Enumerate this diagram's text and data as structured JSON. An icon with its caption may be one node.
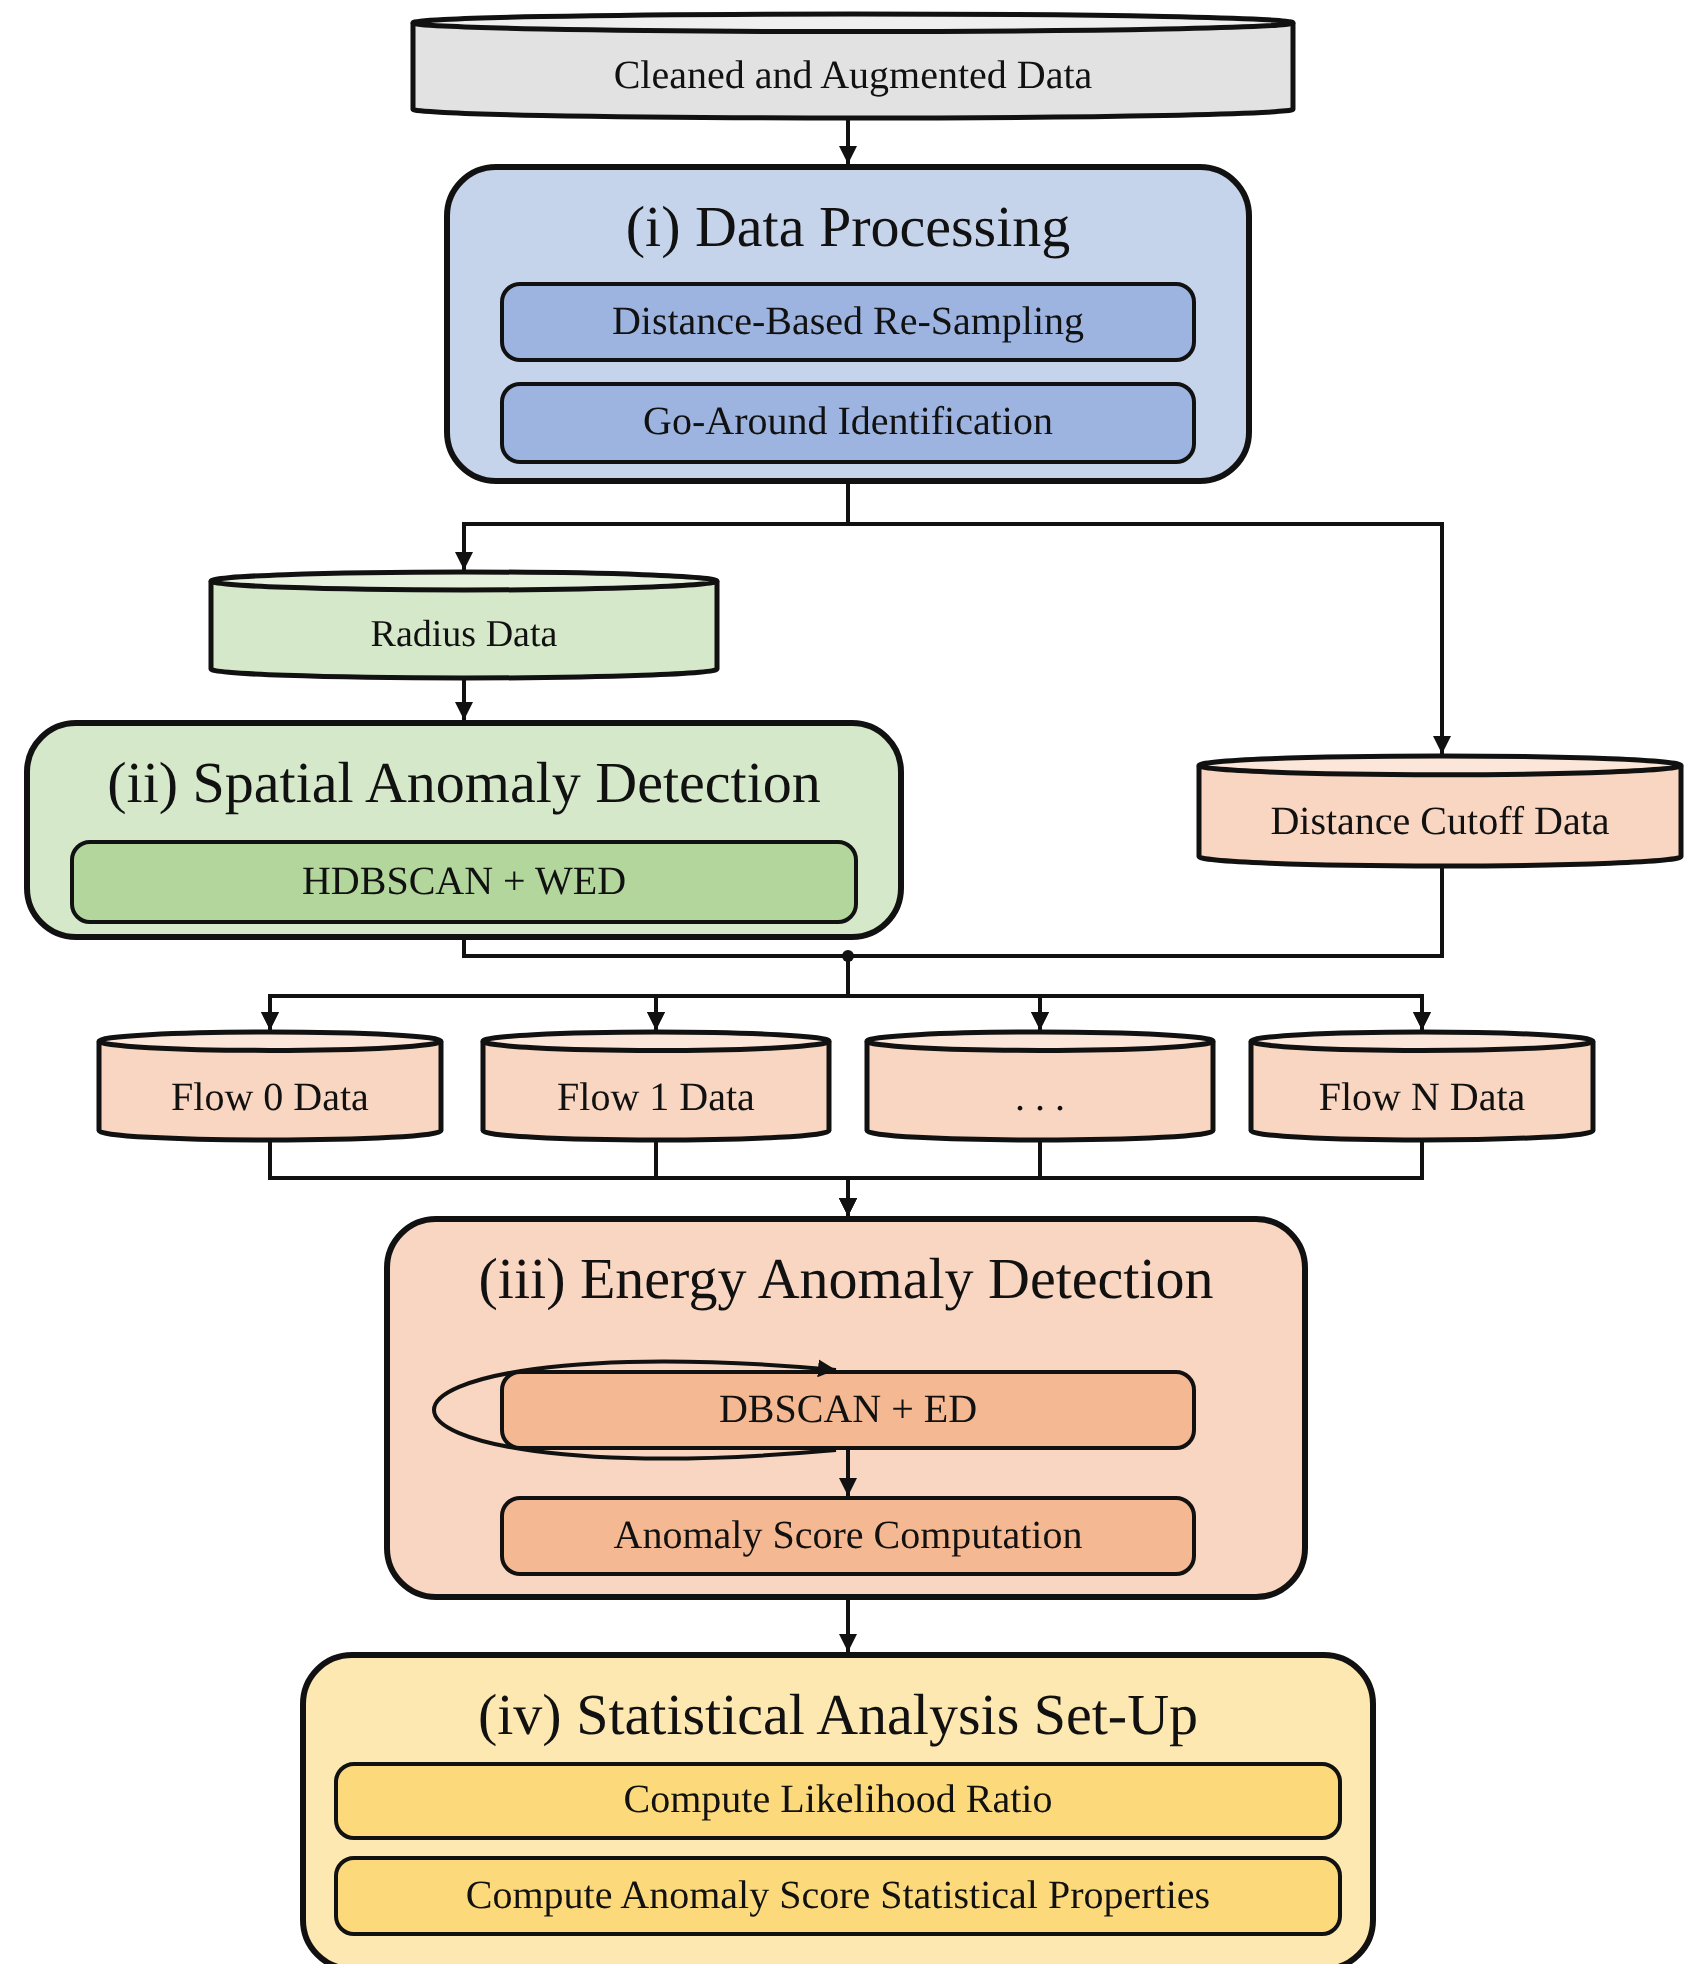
{
  "diagram": {
    "nodes": [
      {
        "text": [
          "Cleaned and Augmented Data"
        ]
      },
      {
        "text": [
          "(i) Data Processing"
        ]
      },
      {
        "text": [
          "Distance-Based Re-Sampling"
        ],
        "in": 1
      },
      {
        "text": [
          "Go-Around Identification"
        ],
        "in": 1
      },
      {
        "text": [
          "Radius Data"
        ]
      },
      {
        "text": [
          "(ii) Spatial Anomaly Detection"
        ]
      },
      {
        "text": [
          "HDBSCAN + WED"
        ],
        "in": 5
      },
      {
        "text": [
          "Distance Cutoff Data"
        ]
      },
      {
        "text": [
          "Flow 0 Data"
        ]
      },
      {
        "text": [
          "Flow 1 Data"
        ]
      },
      {
        "text": [
          ". . ."
        ]
      },
      {
        "text": [
          "Flow N Data"
        ]
      },
      {
        "text": [
          "(iii) Energy Anomaly Detection"
        ]
      },
      {
        "text": [
          "DBSCAN + ED"
        ],
        "in": 12
      },
      {
        "text": [
          "Anomaly Score Computation"
        ],
        "in": 12
      },
      {
        "text": [
          "(iv) Statistical Analysis Set-Up"
        ]
      },
      {
        "text": [
          "Compute Likelihood Ratio"
        ],
        "in": 15
      },
      {
        "text": [
          "Compute Anomaly Score Statistical Properties"
        ],
        "in": 15
      }
    ],
    "edges": [
      {
        "from": 0,
        "to": 1,
        "arrow": "to"
      },
      {
        "from": 1,
        "to": 4,
        "arrow": "to"
      },
      {
        "from": 1,
        "to": 7,
        "arrow": "to"
      },
      {
        "from": 4,
        "to": 5,
        "arrow": "to"
      },
      {
        "from": 5,
        "to": 8,
        "arrow": "to"
      },
      {
        "from": 5,
        "to": 9,
        "arrow": "to"
      },
      {
        "from": 5,
        "to": 10,
        "arrow": "to"
      },
      {
        "from": 5,
        "to": 11,
        "arrow": "to"
      },
      {
        "from": 7,
        "to": 8,
        "arrow": "to"
      },
      {
        "from": 7,
        "to": 9,
        "arrow": "to"
      },
      {
        "from": 7,
        "to": 10,
        "arrow": "to"
      },
      {
        "from": 7,
        "to": 11,
        "arrow": "to"
      },
      {
        "from": 8,
        "to": 12,
        "arrow": "to"
      },
      {
        "from": 9,
        "to": 12,
        "arrow": "to"
      },
      {
        "from": 10,
        "to": 12,
        "arrow": "to"
      },
      {
        "from": 11,
        "to": 12,
        "arrow": "to"
      },
      {
        "from": 13,
        "to": 13,
        "arrow": "to"
      },
      {
        "from": 13,
        "to": 14,
        "arrow": "to"
      },
      {
        "from": 12,
        "to": 15,
        "arrow": "to"
      }
    ]
  }
}
